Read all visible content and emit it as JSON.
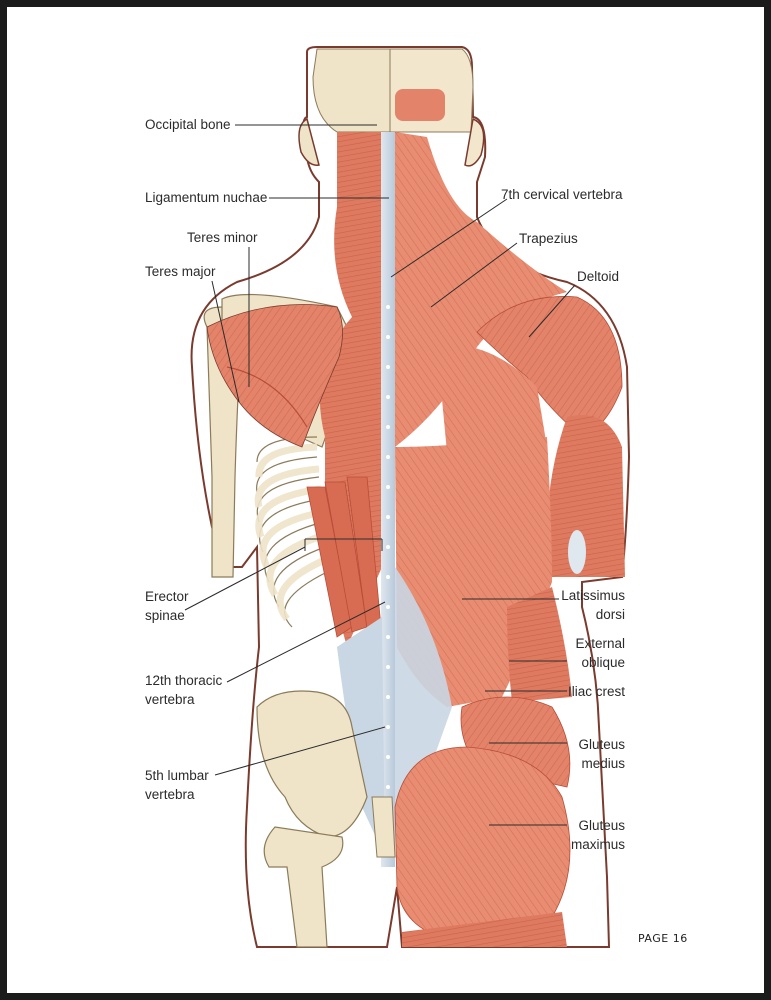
{
  "colors": {
    "background": "#ffffff",
    "skin_outline": "#7a3b2e",
    "muscle": "#e3846a",
    "muscle_dark": "#c4573f",
    "muscle_light": "#f0a88f",
    "tendon": "#c9d6e3",
    "bone": "#efe3c8",
    "bone_outline": "#8c7b5a",
    "leader_line": "#2b2b2b"
  },
  "labels": {
    "occipital_bone": "Occipital bone",
    "ligamentum_nuchae": "Ligamentum nuchae",
    "teres_minor": "Teres minor",
    "teres_major": "Teres major",
    "erector_spinae": [
      "Erector",
      "spinae"
    ],
    "thoracic_12": [
      "12th thoracic",
      "vertebra"
    ],
    "lumbar_5": [
      "5th lumbar",
      "vertebra"
    ],
    "cervical_7": "7th cervical vertebra",
    "trapezius": "Trapezius",
    "deltoid": "Deltoid",
    "latissimus_dorsi": [
      "Latissimus",
      "dorsi"
    ],
    "external_oblique": [
      "External",
      "oblique"
    ],
    "iliac_crest": "Iliac crest",
    "gluteus_medius": [
      "Gluteus",
      "medius"
    ],
    "gluteus_maximus": [
      "Gluteus",
      "maximus"
    ]
  },
  "page_number": "PAGE 16"
}
